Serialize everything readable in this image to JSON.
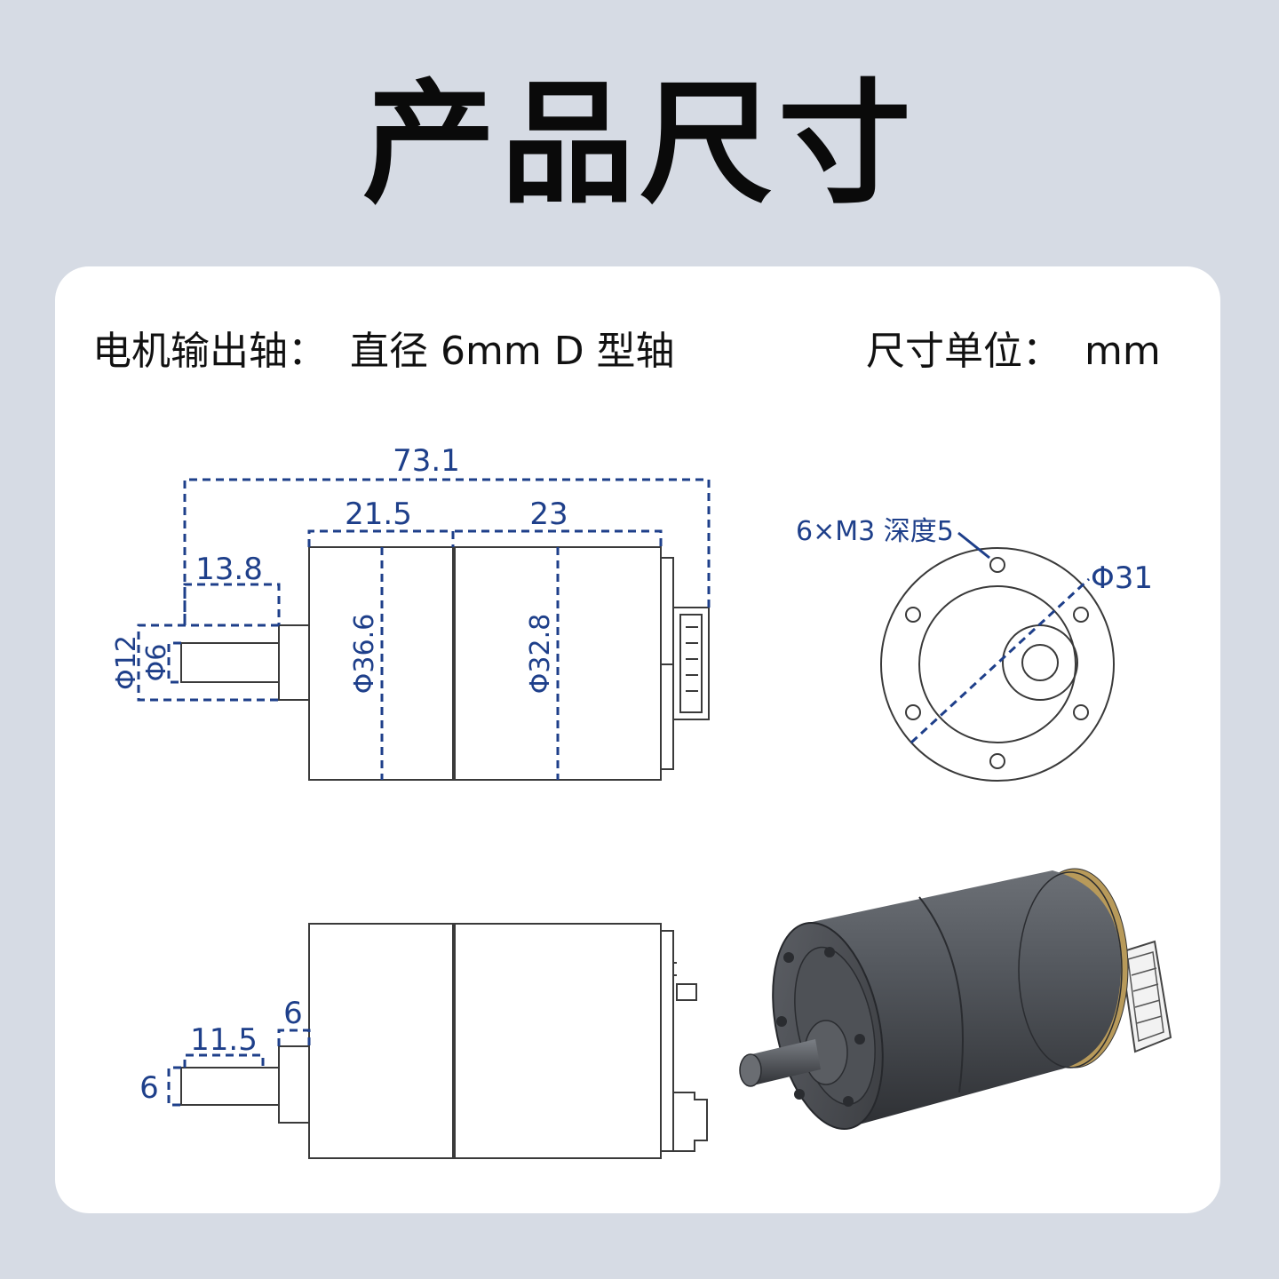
{
  "title": "产品尺寸",
  "specs": {
    "shaft_label": "电机输出轴：",
    "shaft_value": "直径 6mm D 型轴",
    "unit_label": "尺寸单位：",
    "unit_value": "mm"
  },
  "dimensions": {
    "total_length": "73.1",
    "gearbox_length": "21.5",
    "motor_length": "23",
    "shaft_length": "13.8",
    "boss_diameter": "Φ12",
    "shaft_diameter": "Φ6",
    "gearbox_diameter": "Φ36.6",
    "motor_diameter": "Φ32.8",
    "mount_holes": "6×M3 深度5",
    "hole_circle": "Φ31",
    "side_shaft_length": "11.5",
    "boss_length": "6",
    "shaft_flat": "6"
  },
  "colors": {
    "background": "#d6dbe4",
    "card": "#ffffff",
    "dimension": "#1e3f8a",
    "line": "#3a3a3a",
    "motor_body": "#4a4d52"
  }
}
